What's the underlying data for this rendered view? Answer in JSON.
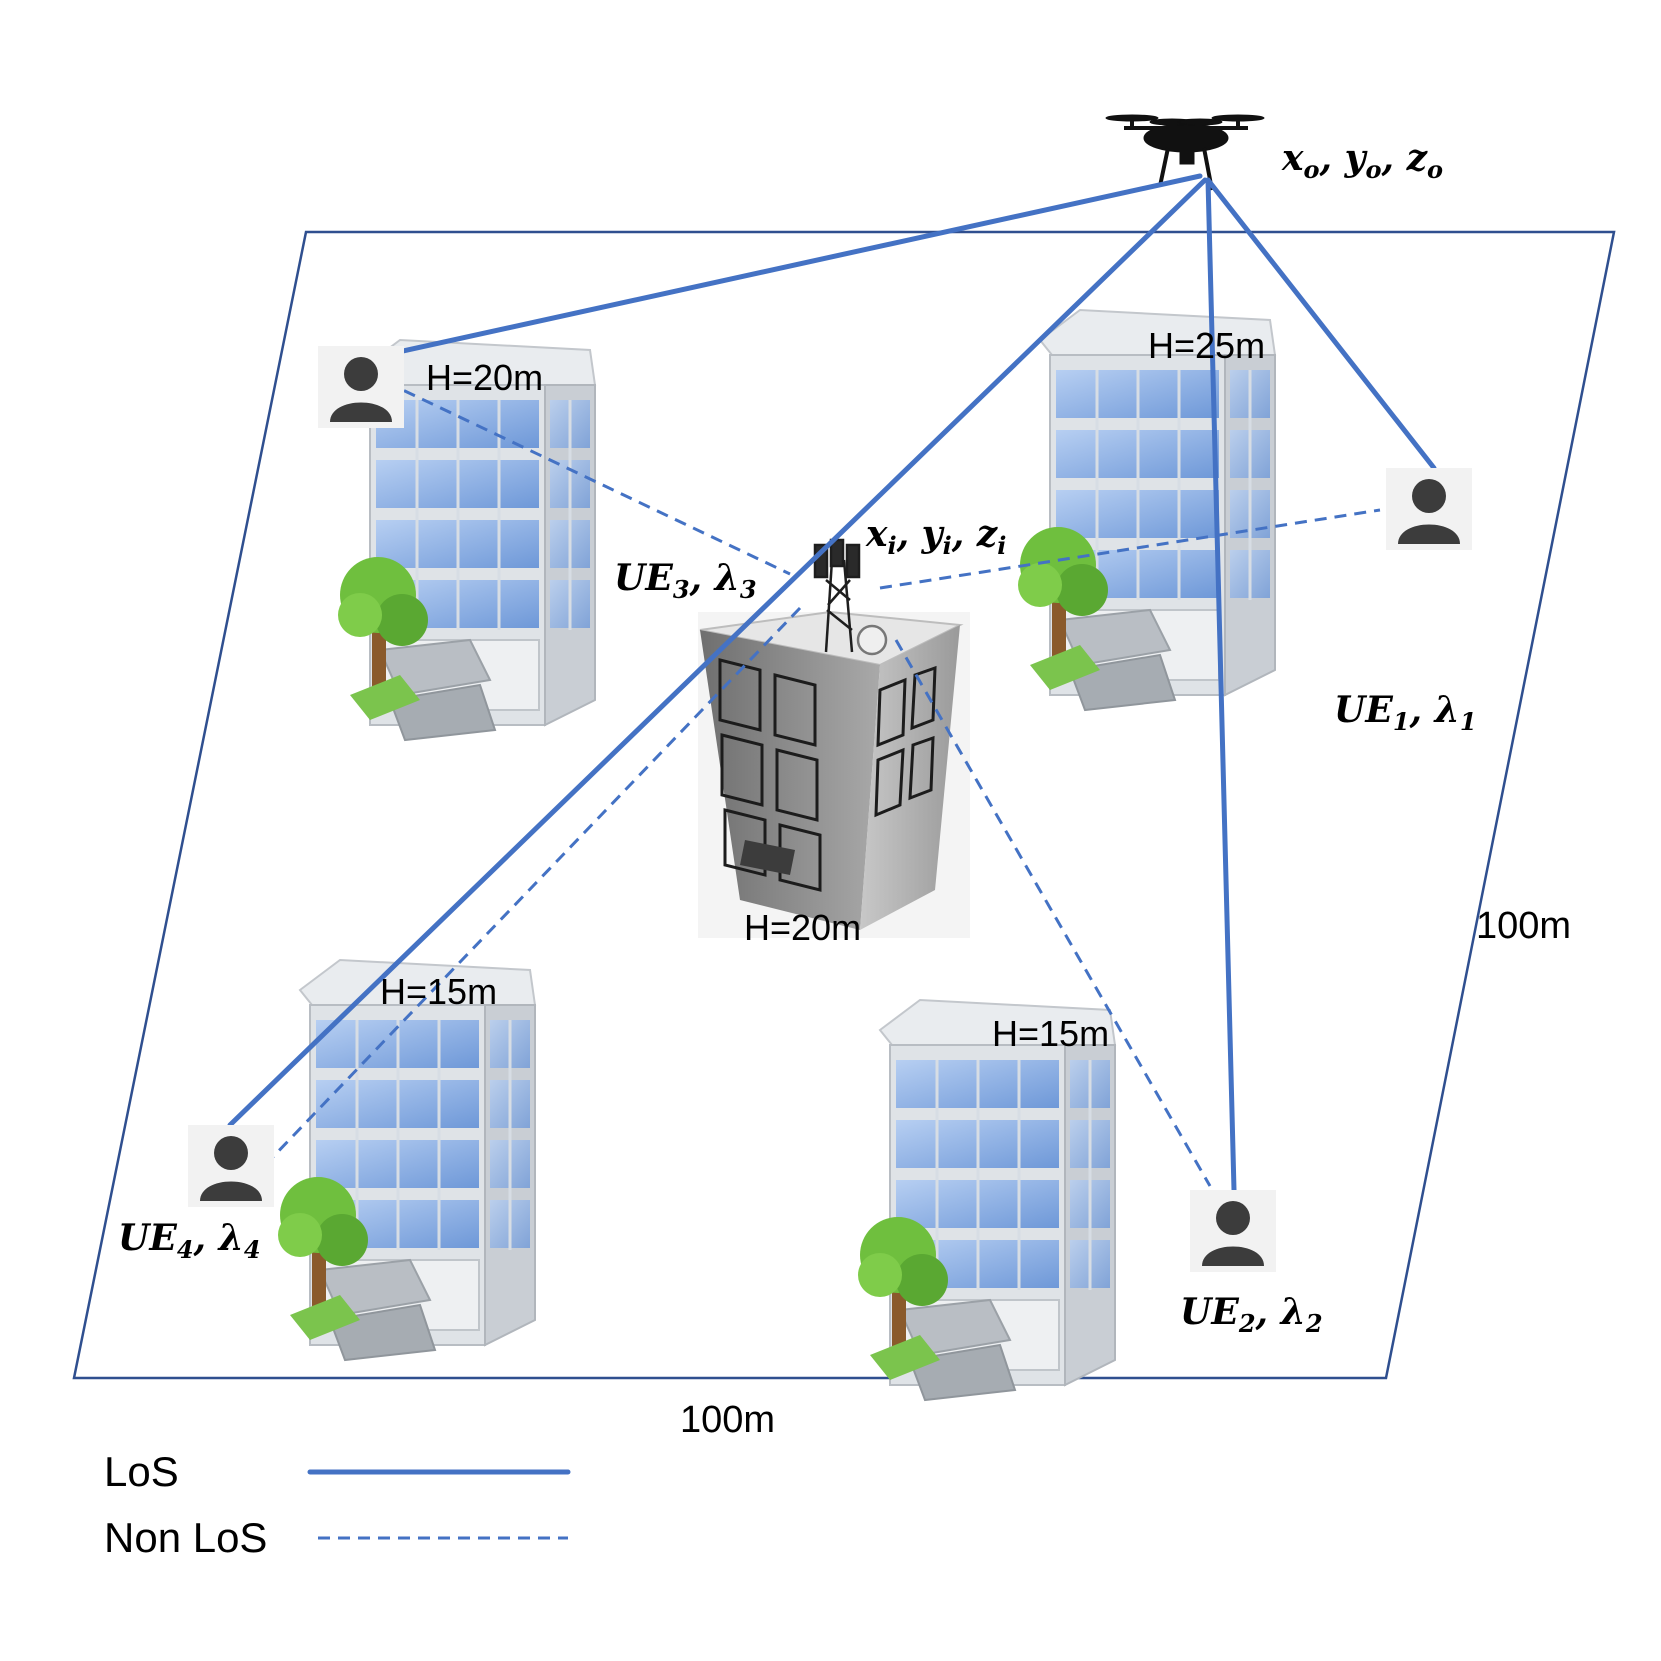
{
  "colors": {
    "link": "#4472c4",
    "glass": "#8fb3e6",
    "frame": "#d5d9de",
    "user": "#3c3c3c",
    "tree": "#6fbf3e"
  },
  "area": {
    "width_label": "100m",
    "depth_label": "100m"
  },
  "drone": {
    "coord_symbols": [
      "x",
      "y",
      "z"
    ],
    "coord_subscript": "o",
    "icon": "drone-icon"
  },
  "bs": {
    "coord_symbols": [
      "x",
      "y",
      "z"
    ],
    "coord_subscript": "i",
    "icon": "cell-tower-icon",
    "building_height": "H=20m"
  },
  "buildings": [
    {
      "id": "top-left",
      "height_label": "H=20m"
    },
    {
      "id": "top-right",
      "height_label": "H=25m"
    },
    {
      "id": "bottom-left",
      "height_label": "H=15m"
    },
    {
      "id": "bottom-right",
      "height_label": "H=15m"
    }
  ],
  "ues": [
    {
      "name": "UE",
      "index": "1",
      "rate": "λ",
      "icon": "user-icon",
      "drone_link": "LoS",
      "bs_link": "Non LoS"
    },
    {
      "name": "UE",
      "index": "2",
      "rate": "λ",
      "icon": "user-icon",
      "drone_link": "LoS",
      "bs_link": "Non LoS"
    },
    {
      "name": "UE",
      "index": "3",
      "rate": "λ",
      "icon": "user-icon",
      "drone_link": "LoS",
      "bs_link": "Non LoS"
    },
    {
      "name": "UE",
      "index": "4",
      "rate": "λ",
      "icon": "user-icon",
      "drone_link": "LoS",
      "bs_link": "Non LoS"
    }
  ],
  "legend": {
    "los_label": "LoS",
    "nlos_label": "Non LoS"
  }
}
